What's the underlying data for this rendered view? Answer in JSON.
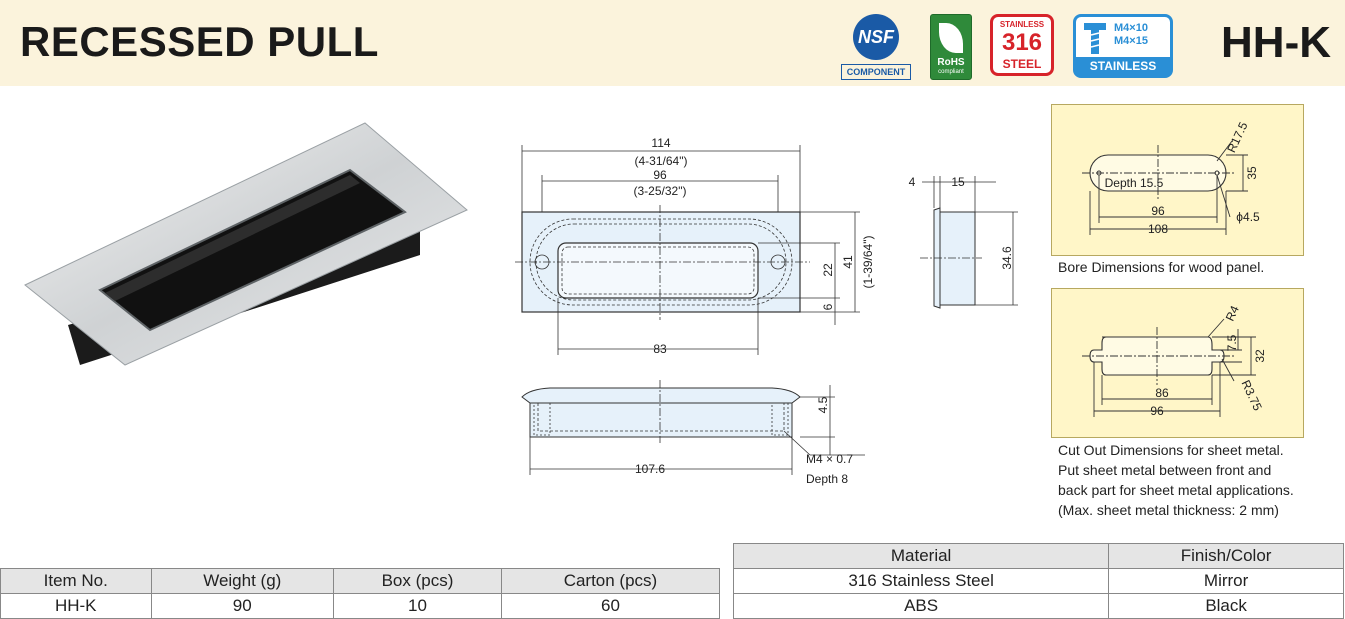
{
  "header": {
    "title": "RECESSED PULL",
    "model": "HH-K",
    "badges": {
      "nsf_mark": "NSF",
      "nsf_label": "COMPONENT",
      "rohs_label": "RoHS",
      "rohs_sub": "compliant",
      "steel_top": "STAINLESS",
      "steel_grade": "316",
      "steel_bottom": "STEEL",
      "screw_size_1": "M4×10",
      "screw_size_2": "M4×15",
      "screw_label": "STAINLESS"
    }
  },
  "drawing": {
    "overall_width": "114",
    "overall_width_in": "(4-31/64\")",
    "hole_pitch": "96",
    "hole_pitch_in": "(3-25/32\")",
    "inner_width": "83",
    "inner_height": "22",
    "offset_6": "6",
    "height_41": "41",
    "height_41_in": "(1-39/64\")",
    "bottom_length": "107.6",
    "flange_4_5": "4.5",
    "thread": "M4 × 0.7",
    "thread_depth": "Depth 8",
    "side_4": "4",
    "side_15": "15",
    "side_34_6": "34.6"
  },
  "bore": {
    "r17_5": "R17.5",
    "depth": "Depth 15.5",
    "h35": "35",
    "w96": "96",
    "w108": "108",
    "phi": "ϕ4.5",
    "caption": "Bore Dimensions for wood panel."
  },
  "cutout": {
    "r4": "R4",
    "h7_5": "7.5",
    "h32": "32",
    "r3_75": "R3.75",
    "w86": "86",
    "w96": "96",
    "caption_lines": [
      "Cut Out Dimensions for sheet metal.",
      "Put sheet metal between front and",
      "back part for sheet metal applications.",
      "(Max. sheet metal thickness: 2 mm)"
    ]
  },
  "spec_table": {
    "headers": [
      "Item No.",
      "Weight (g)",
      "Box (pcs)",
      "Carton (pcs)"
    ],
    "rows": [
      [
        "HH-K",
        "90",
        "10",
        "60"
      ]
    ]
  },
  "material_table": {
    "headers": [
      "Material",
      "Finish/Color"
    ],
    "rows": [
      [
        "316 Stainless Steel",
        "Mirror"
      ],
      [
        "ABS",
        "Black"
      ]
    ]
  }
}
